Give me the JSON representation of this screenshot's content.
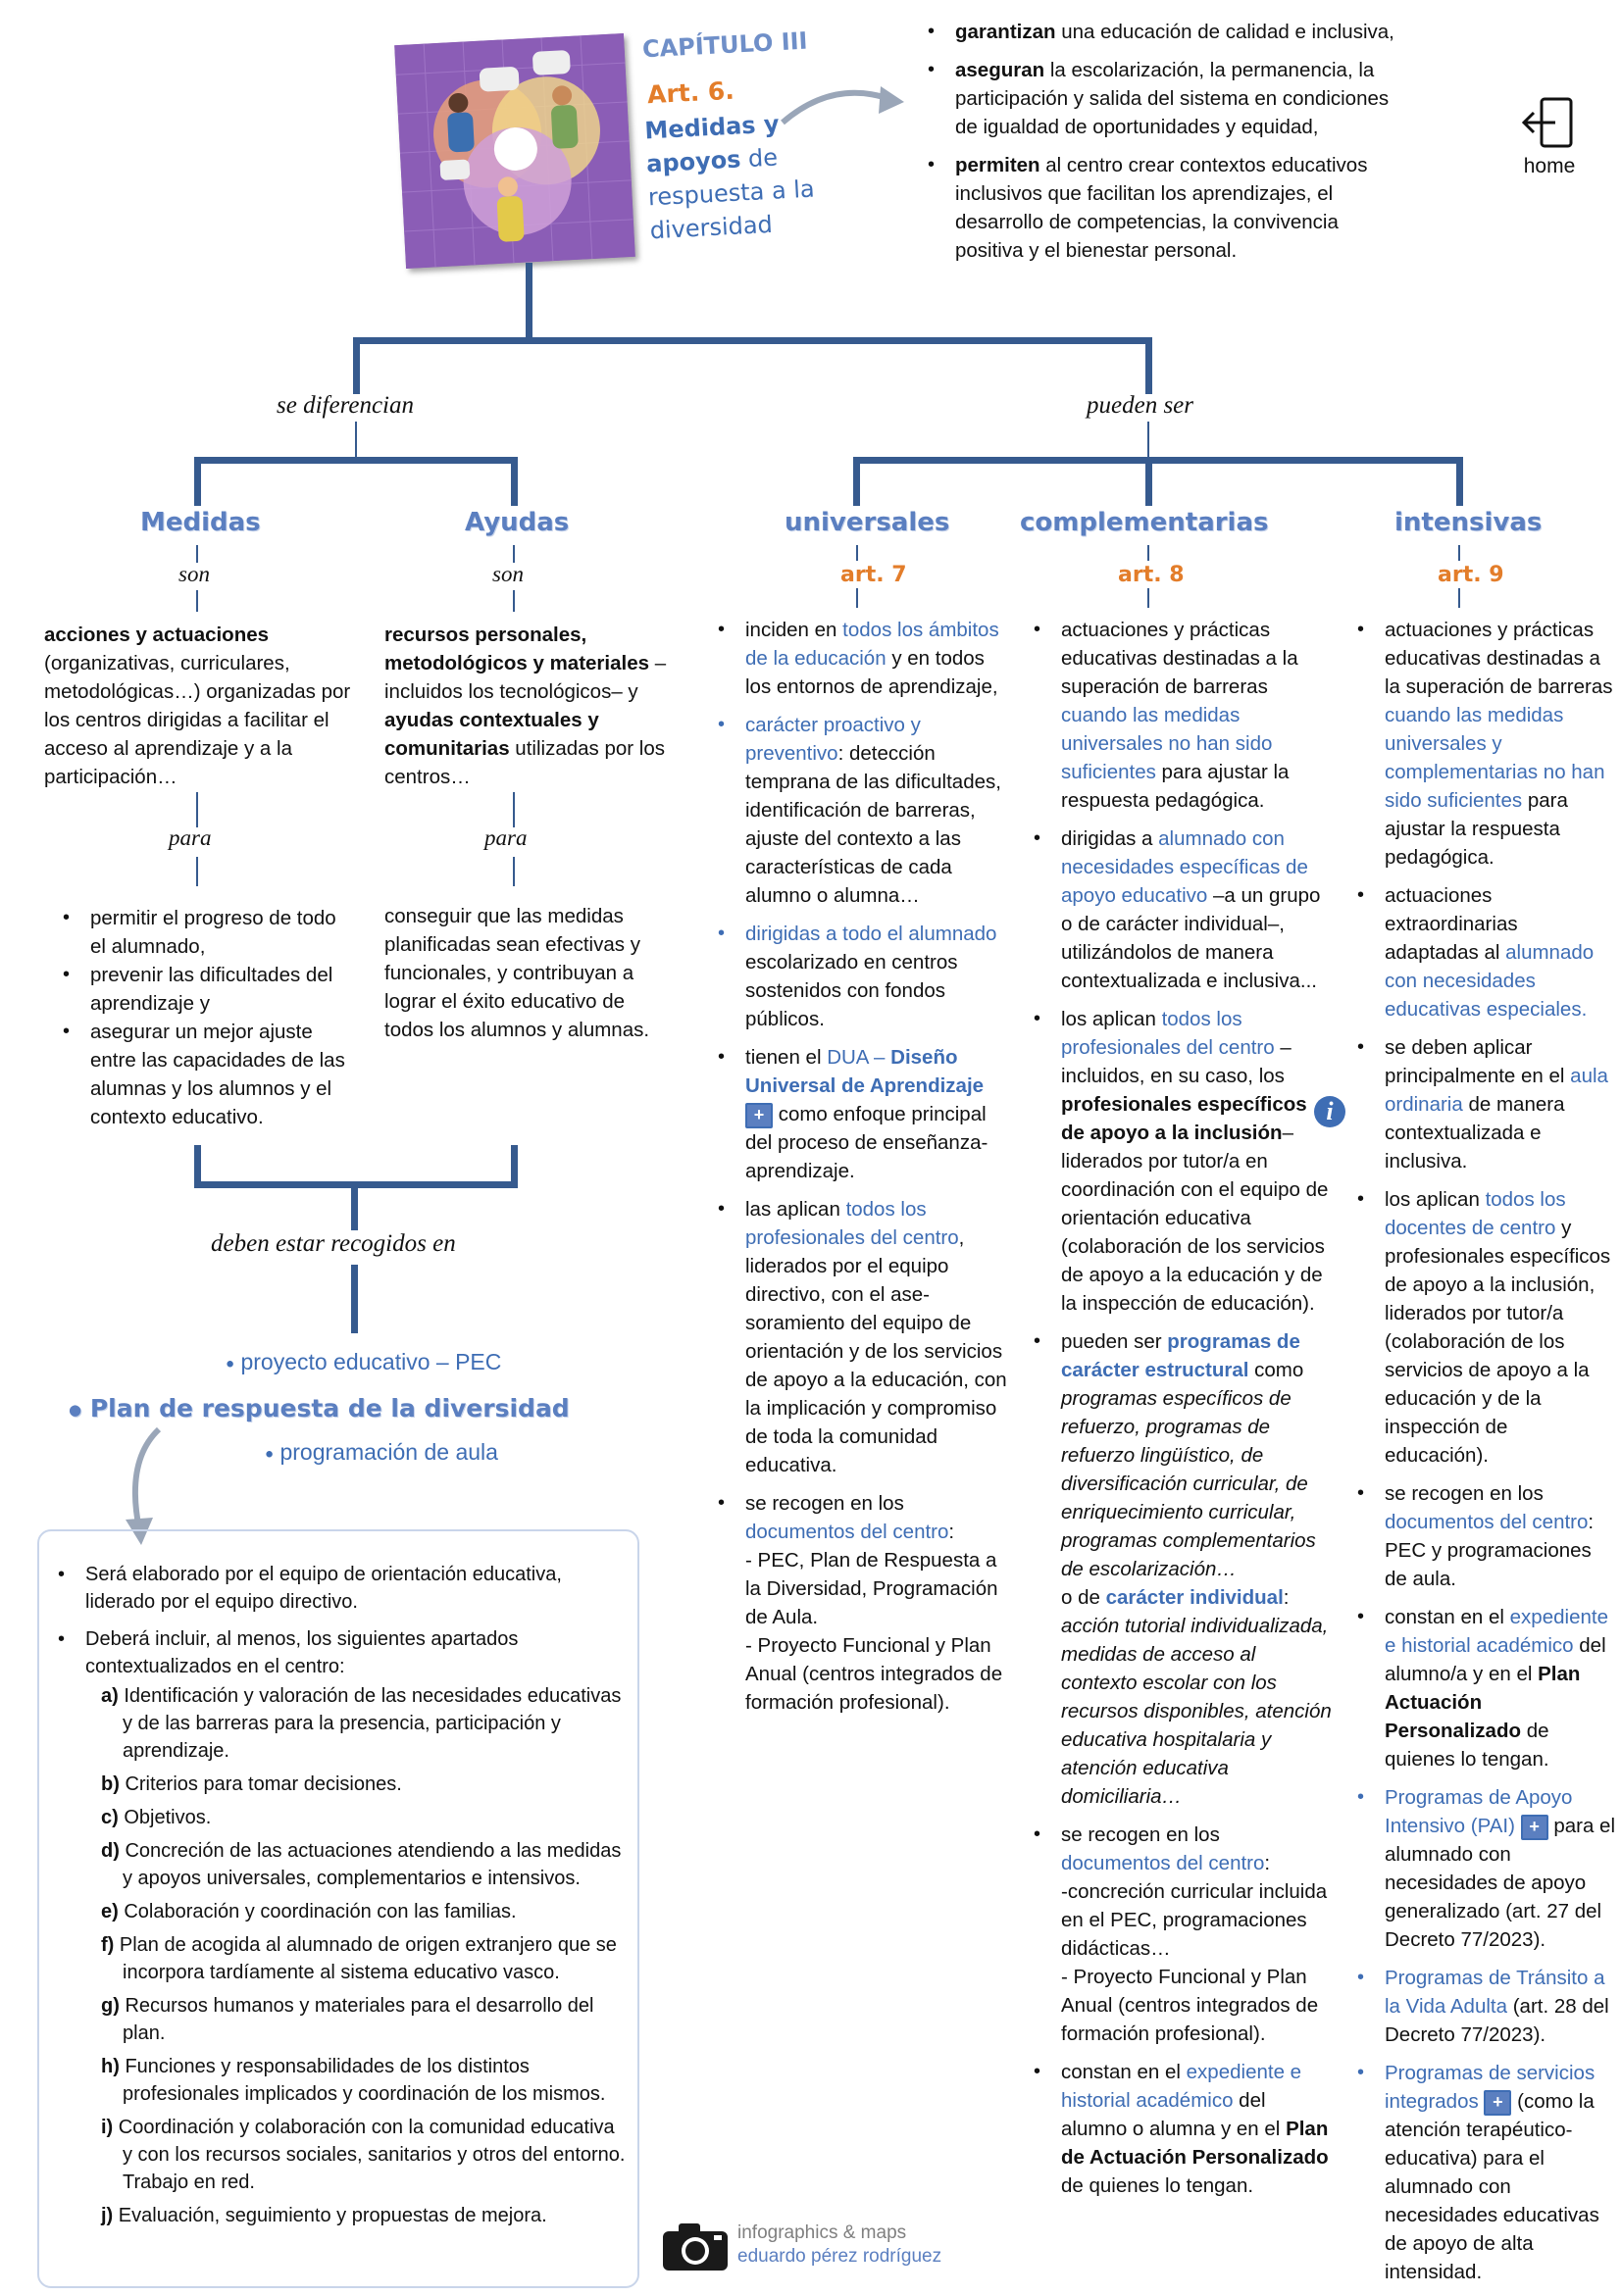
{
  "header": {
    "chapter": "CAPÍTULO III",
    "article": "Art. 6.",
    "title_line1": "Medidas y",
    "title_line2_bold": "apoyos",
    "title_line2_rest": " de",
    "title_line3": "respuesta a la",
    "title_line4": "diversidad"
  },
  "intro_bullets": [
    {
      "bold": "garantizan",
      "rest": " una educación de calidad e inclusiva,"
    },
    {
      "bold": "aseguran",
      "rest": " la escolarización, la permanencia, la participación y salida del sistema en condiciones de igualdad de oportunidades y equidad,"
    },
    {
      "bold": "permiten",
      "rest": " al centro crear contextos educativos inclusivos que facilitan los aprendizajes, el desarrollo de competencias, la convivencia positiva y el bienestar personal."
    }
  ],
  "home": {
    "label": "home"
  },
  "branches": {
    "left": "se diferencian",
    "right": "pueden ser"
  },
  "columns": {
    "medidas": {
      "title": "Medidas",
      "son": "son",
      "para": "para"
    },
    "ayudas": {
      "title": "Ayudas",
      "son": "son",
      "para": "para"
    },
    "universales": {
      "title": "universales",
      "art": "art. 7"
    },
    "complementarias": {
      "title": "complementarias",
      "art": "art. 8"
    },
    "intensivas": {
      "title": "intensivas",
      "art": "art. 9"
    }
  },
  "medidas_def": {
    "bold": "acciones y actuaciones",
    "rest": "(organizativas, curriculares, metodológicas…) organizadas por los centros dirigidas a facilitar el acceso al aprendizaje y a la participación…"
  },
  "medidas_para": [
    "permitir el progreso de todo el alumnado,",
    "prevenir las dificultades del aprendizaje y",
    "asegurar un mejor ajuste entre las capacidades de las alumnas y los alumnos y el contexto educativo."
  ],
  "ayudas_def": {
    "bold1": "recursos personales, metodológicos y materiales",
    "mid": " –incluidos los tecnológicos– y ",
    "bold2": "ayudas contextuales y comunitarias",
    "rest": " utilizadas por los centros…"
  },
  "ayudas_para": "conseguir que las medidas planificadas sean efectivas y funcionales, y contribuyan a lograr el éxito educativo de todos los alumnos y alumnas.",
  "recogidos": {
    "label": "deben estar recogidos en",
    "items": [
      "proyecto educativo – PEC",
      "Plan de respuesta de la diversidad",
      "programación de aula"
    ]
  },
  "plan_box": {
    "bullet1": "Será elaborado por el equipo de orientación educativa, liderado por el equipo directivo.",
    "bullet2": "Deberá incluir, al menos, los siguientes apartados contextualizados en el centro:",
    "items": [
      {
        "k": "a)",
        "t": "Identificación y valoración de las necesidades educativas y de las barreras para la presencia, participación y aprendizaje."
      },
      {
        "k": "b)",
        "t": "Criterios para tomar decisiones."
      },
      {
        "k": "c)",
        "t": "Objetivos."
      },
      {
        "k": "d)",
        "t": "Concreción de las actuaciones atendiendo a las medidas y apoyos universales, complementarios e intensivos."
      },
      {
        "k": "e)",
        "t": "Colaboración y coordinación con las familias."
      },
      {
        "k": "f)",
        "t": "Plan de acogida al alumnado de origen extranjero que se incorpora tardíamente al sistema educativo vasco."
      },
      {
        "k": "g)",
        "t": "Recursos humanos y materiales para el desarrollo del plan."
      },
      {
        "k": "h)",
        "t": "Funciones y responsabilidades de los distintos profesionales implicados y coordinación de los mismos."
      },
      {
        "k": "i)",
        "t": "Coordinación y colaboración con la comunidad educativa y con los recursos sociales, sanitarios y otros del entorno. Trabajo en red."
      },
      {
        "k": "j)",
        "t": "Evaluación, seguimiento y propuestas de mejora."
      }
    ]
  },
  "universales": {
    "b1_pre": "inciden en ",
    "b1_blue": "todos los ámbitos de la educación",
    "b1_post": " y en todos los entornos de aprendizaje,",
    "b2_blue": "carácter proactivo y preventivo",
    "b2_post": ":  detección temprana de las dificultades, identificación de barreras, ajuste del contexto a las características de cada alumno o alumna…",
    "b3_blue": "dirigidas a todo el alumnado",
    "b3_post": " escolarizado en centros sostenidos con fondos públicos.",
    "b4_pre": "tienen el ",
    "b4_blue": "DUA – ",
    "b4_bold": "Diseño Universal de Aprendizaje",
    "b4_post": " como enfoque principal del proceso de enseñanza-aprendizaje.",
    "b5_pre": "las aplican ",
    "b5_blue": "todos los profesionales del centro",
    "b5_post": ", liderados por el equipo directivo, con el ase-soramiento del equipo de orientación y de los servicios de apoyo a la educación, con la implicación y compromiso de toda la comunidad educativa.",
    "b6_pre": "se recogen en los ",
    "b6_blue": "documentos del centro",
    "b6_post": ":",
    "b6_l1": "- PEC, Plan de Respuesta a la Diversidad, Programación de Aula.",
    "b6_l2": "- Proyecto Funcional y Plan Anual (centros integrados de formación profesional)."
  },
  "complementarias": {
    "b1_pre": "actuaciones y prácticas educativas destinadas a la superación de barreras ",
    "b1_blue": "cuando las medidas universales no han sido suficientes",
    "b1_post": " para ajustar la respuesta pedagógica.",
    "b2_pre": "dirigidas a ",
    "b2_blue": "alumnado con necesidades específicas de apoyo educativo",
    "b2_post": " –a un grupo o de carácter individual–, utilizándolos de manera contextualizada e inclusiva...",
    "b3_pre": "los aplican ",
    "b3_blue": "todos los profesionales del centro",
    "b3_mid": " –incluidos, en su caso, los ",
    "b3_bold": "profesionales específicos de apoyo a la inclusión",
    "b3_post": "– liderados por tutor/a en coordinación con el equipo de orientación educativa (colaboración de los servicios de apoyo a la educación y de la inspección de educación).",
    "b4_pre": "pueden ser ",
    "b4_bold1": "programas de carácter estructural",
    "b4_mid": " como ",
    "b4_it1": "programas específicos de refuerzo, programas de refuerzo lingüístico, de diversificación curricular, de enriquecimiento curricular, programas complementarios de escolarización…",
    "b4_o": "o de ",
    "b4_bold2": "carácter individual",
    "b4_colon": ":",
    "b4_it2": "acción tutorial individualizada, medidas de acceso al contexto escolar con los recursos disponibles, atención educativa hospitalaria y atención educativa domiciliaria…",
    "b5_pre": "se recogen en los ",
    "b5_blue": "documentos del centro",
    "b5_post": ":",
    "b5_l1": "-concreción curricular incluida en el PEC, programaciones didácticas…",
    "b5_l2": "- Proyecto Funcional y Plan Anual (centros integrados de formación profesional).",
    "b6_pre": "constan en el ",
    "b6_blue": "expediente e historial académico",
    "b6_mid": " del alumno o alumna y en el ",
    "b6_bold": "Plan de Actuación Personalizado",
    "b6_post": " de quienes lo tengan."
  },
  "intensivas": {
    "b1_pre": "actuaciones y prácticas educativas destinadas a la superación de barreras ",
    "b1_blue": "cuando las medidas universales y complementarias no han sido suficientes",
    "b1_post": " para ajustar la respuesta pedagógica.",
    "b2_pre": "actuaciones extraordinarias adaptadas al ",
    "b2_blue": "alumnado con necesidades educativas especiales.",
    "b3_pre": "se deben aplicar principalmente en el ",
    "b3_blue": "aula ordinaria",
    "b3_post": " de manera contextualizada e inclusiva.",
    "b4_pre": "los aplican ",
    "b4_blue": "todos los docentes de centro",
    "b4_post": " y profesionales específicos de apoyo a la inclusión, liderados por tutor/a (colaboración de los servicios de apoyo a la educación y de la inspección de educación).",
    "b5_pre": "se recogen en los ",
    "b5_blue": "documentos del centro",
    "b5_post": ": PEC y programaciones de aula.",
    "b6_pre": "constan en el ",
    "b6_blue": "expediente e historial académico",
    "b6_mid": " del alumno/a y en el ",
    "b6_bold": "Plan Actuación Personalizado",
    "b6_post": " de quienes lo tengan.",
    "b7_blue": "Programas de Apoyo Intensivo (PAI)",
    "b7_post": " para el alumnado con necesidades de apoyo generalizado (art. 27 del Decreto 77/2023).",
    "b8_blue": "Programas de Tránsito a la Vida Adulta",
    "b8_post": " (art. 28 del Decreto 77/2023).",
    "b9_blue": "Programas de servicios integrados",
    "b9_post": " (como la atención terapéutico-educativa) para el alumnado con necesidades educativas de apoyo de alta intensidad."
  },
  "icons": {
    "plus": "+",
    "info": "i"
  },
  "footer": {
    "line1": "infographics & maps",
    "line2": "eduardo pérez rodríguez"
  }
}
